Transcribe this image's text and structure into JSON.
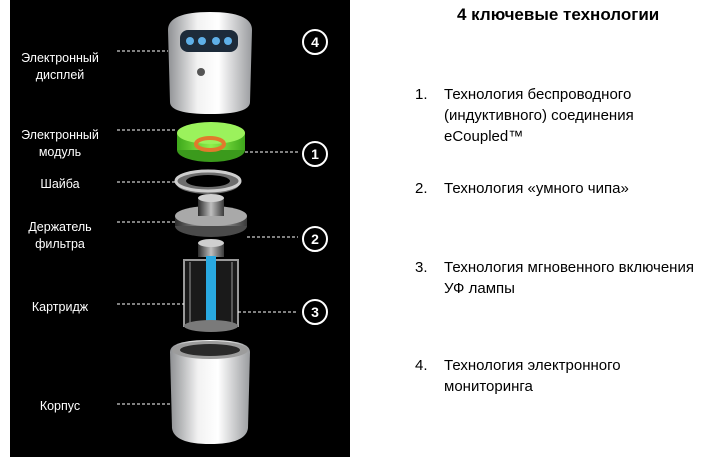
{
  "diagram": {
    "labels": [
      {
        "id": "display",
        "text": "Электронный\nдисплей"
      },
      {
        "id": "module",
        "text": "Электронный\nмодуль"
      },
      {
        "id": "washer",
        "text": "Шайба"
      },
      {
        "id": "holder",
        "text": "Держатель\nфильтра"
      },
      {
        "id": "cartridge",
        "text": "Картридж"
      },
      {
        "id": "body",
        "text": "Корпус"
      }
    ],
    "badges": [
      "4",
      "1",
      "2",
      "3"
    ]
  },
  "right": {
    "title": "4 ключевые технологии",
    "items": [
      {
        "num": "1.",
        "text": "Технология беспроводного (индуктивного) соединения eCoupled™"
      },
      {
        "num": "2.",
        "text": "Технология «умного чипа»"
      },
      {
        "num": "3.",
        "text": "Технология мгновенного включения УФ лампы"
      },
      {
        "num": "4.",
        "text": "Технология электронного мониторинга"
      }
    ]
  },
  "colors": {
    "panel": "#000000",
    "module_green": "#5fd12e",
    "uv_blue": "#29a9e1",
    "coil_orange": "#e07a2c"
  }
}
